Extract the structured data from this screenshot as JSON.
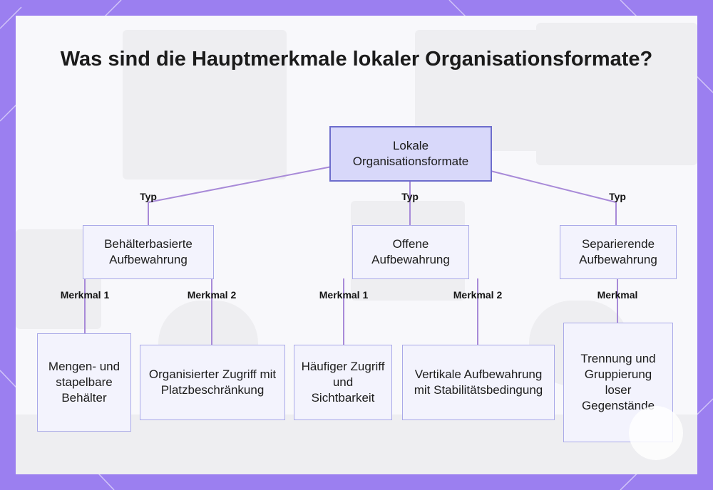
{
  "title": "Was sind die Hauptmerkmale lokaler Organisationsformate?",
  "root": {
    "label": "Lokale Organisationsformate"
  },
  "edge_labels": {
    "typ": "Typ",
    "merkmal_1": "Merkmal 1",
    "merkmal_2": "Merkmal 2",
    "merkmal": "Merkmal"
  },
  "types": [
    {
      "label": "Behälterbasierte Aufbewahrung"
    },
    {
      "label": "Offene Aufbewahrung"
    },
    {
      "label": "Separierende Aufbewahrung"
    }
  ],
  "features": [
    {
      "label": "Mengen- und stapelbare Behälter"
    },
    {
      "label": "Organisierter Zugriff mit Platzbeschränkung"
    },
    {
      "label": "Häufiger Zugriff und Sichtbarkeit"
    },
    {
      "label": "Vertikale Aufbewahrung mit Stabilitätsbedingung"
    },
    {
      "label": "Trennung und Gruppierung loser Gegenstände"
    }
  ],
  "colors": {
    "frame": "#9b7ff0",
    "root_fill": "#d8d8fa",
    "root_border": "#6d6dcc",
    "node_fill": "#f3f3fd",
    "node_border": "#a9a9e8",
    "connector": "#a88ad8"
  }
}
